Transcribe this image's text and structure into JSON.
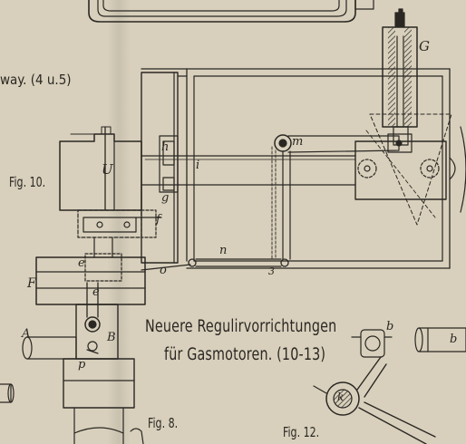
{
  "texts": {
    "fragment_top_left": "way. (4 u.5)",
    "fig10": "Fig. 10.",
    "fig8": "Fig. 8.",
    "fig12": "Fig. 12.",
    "title_line1": "Neuere Regulirvorrichtungen",
    "title_line2": "für Gasmotoren. (10-13)"
  },
  "part_letters": {
    "G": "G",
    "m": "m",
    "h": "h",
    "i": "i",
    "g": "g",
    "f": "f",
    "n": "n",
    "o": "o",
    "three": "3",
    "U": "U",
    "F": "F",
    "e_upper": "e",
    "e_lower": "e",
    "A": "A",
    "B": "B",
    "p": "p",
    "b_upper": "b",
    "b_right": "b",
    "k": "k"
  },
  "colors": {
    "paper": "#d8d0bc",
    "ink": "#2a2723"
  }
}
